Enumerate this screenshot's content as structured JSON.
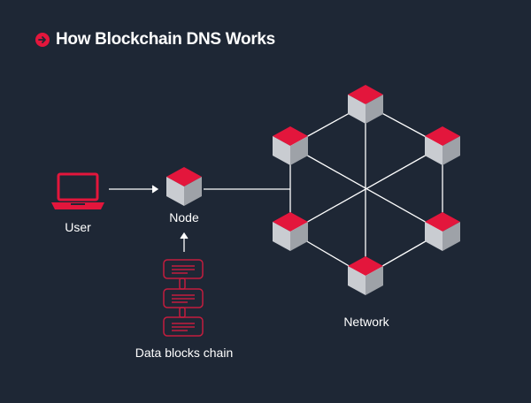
{
  "title": "How Blockchain DNS Works",
  "labels": {
    "user": "User",
    "node": "Node",
    "chain": "Data blocks chain",
    "network": "Network"
  },
  "colors": {
    "background": "#1e2735",
    "accent": "#e3163c",
    "cube_light": "#c9ccd1",
    "cube_dark": "#9ea2a8",
    "line": "#ffffff"
  },
  "icons": {
    "title": "arrow-right-circle-icon",
    "user": "laptop-icon",
    "node": "cube-icon",
    "chain": "linked-blocks-icon"
  },
  "network": {
    "node_count": 6
  }
}
